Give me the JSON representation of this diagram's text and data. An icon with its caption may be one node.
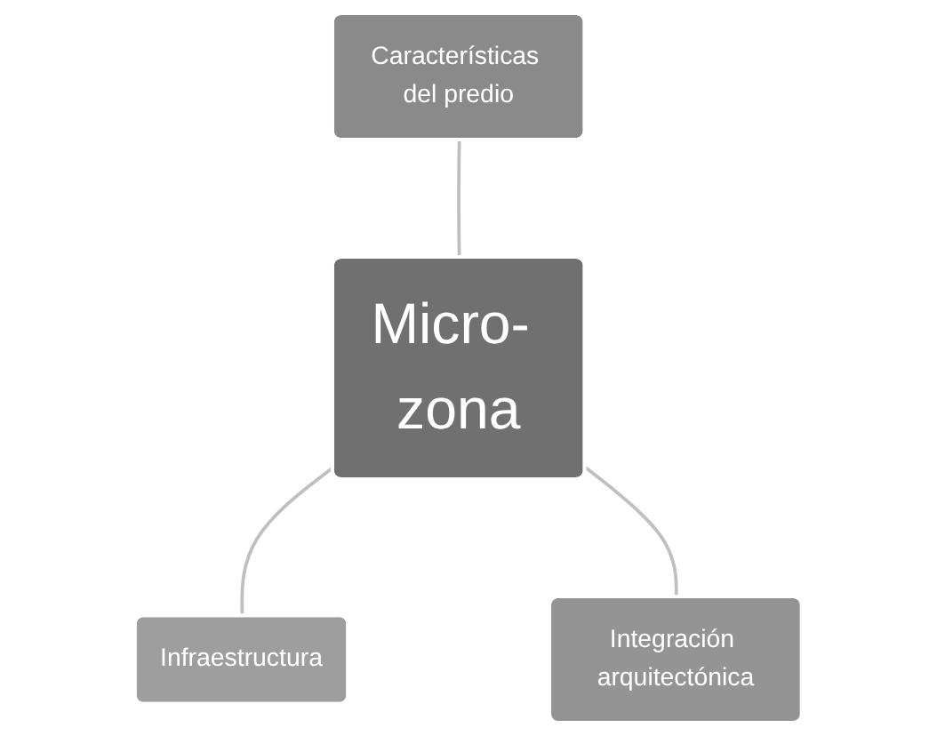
{
  "diagram": {
    "nodes": [
      {
        "text": [
          "Características del predio"
        ]
      },
      {
        "text": [
          "Micro- zona"
        ]
      },
      {
        "text": [
          "Infraestructura"
        ]
      },
      {
        "text": [
          "Integración arquitectónica"
        ]
      }
    ],
    "edges": [
      {
        "from": 1,
        "to": 0,
        "arrow": "none"
      },
      {
        "from": 1,
        "to": 2,
        "arrow": "none"
      },
      {
        "from": 1,
        "to": 3,
        "arrow": "none"
      }
    ]
  }
}
